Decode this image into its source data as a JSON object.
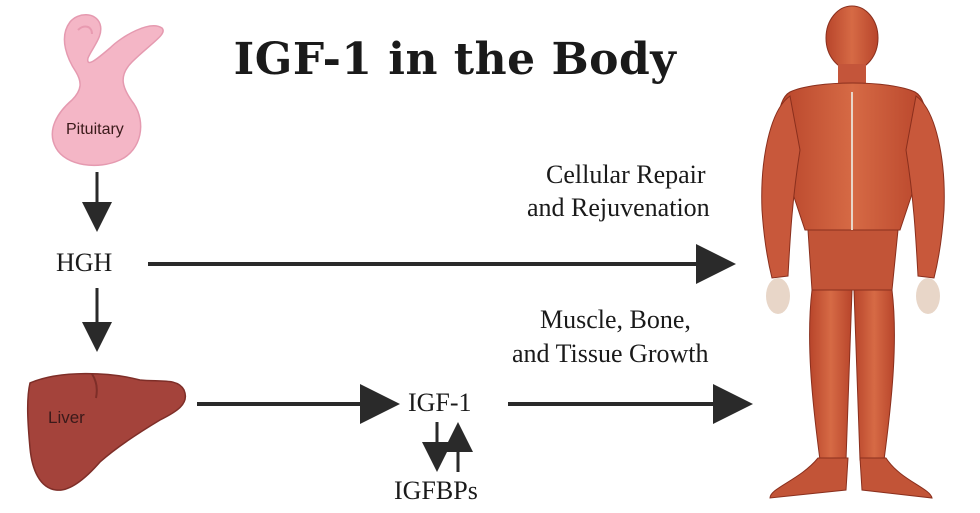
{
  "title": "IGF-1 in the Body",
  "organs": {
    "pituitary": "Pituitary",
    "liver": "Liver"
  },
  "nodes": {
    "hgh": "HGH",
    "igf1": "IGF-1",
    "igfbps": "IGFBPs"
  },
  "effects": {
    "repair_line1": "Cellular Repair",
    "repair_line2": "and Rejuvenation",
    "growth_line1": "Muscle, Bone,",
    "growth_line2": "and Tissue Growth"
  },
  "colors": {
    "pituitary": "#f4b6c6",
    "liver": "#a4433b",
    "muscle": "#c9583a",
    "arrow": "#2a2a2a"
  },
  "icons": {
    "pituitary": "pituitary-gland-icon",
    "liver": "liver-icon",
    "body": "muscular-body-icon"
  }
}
